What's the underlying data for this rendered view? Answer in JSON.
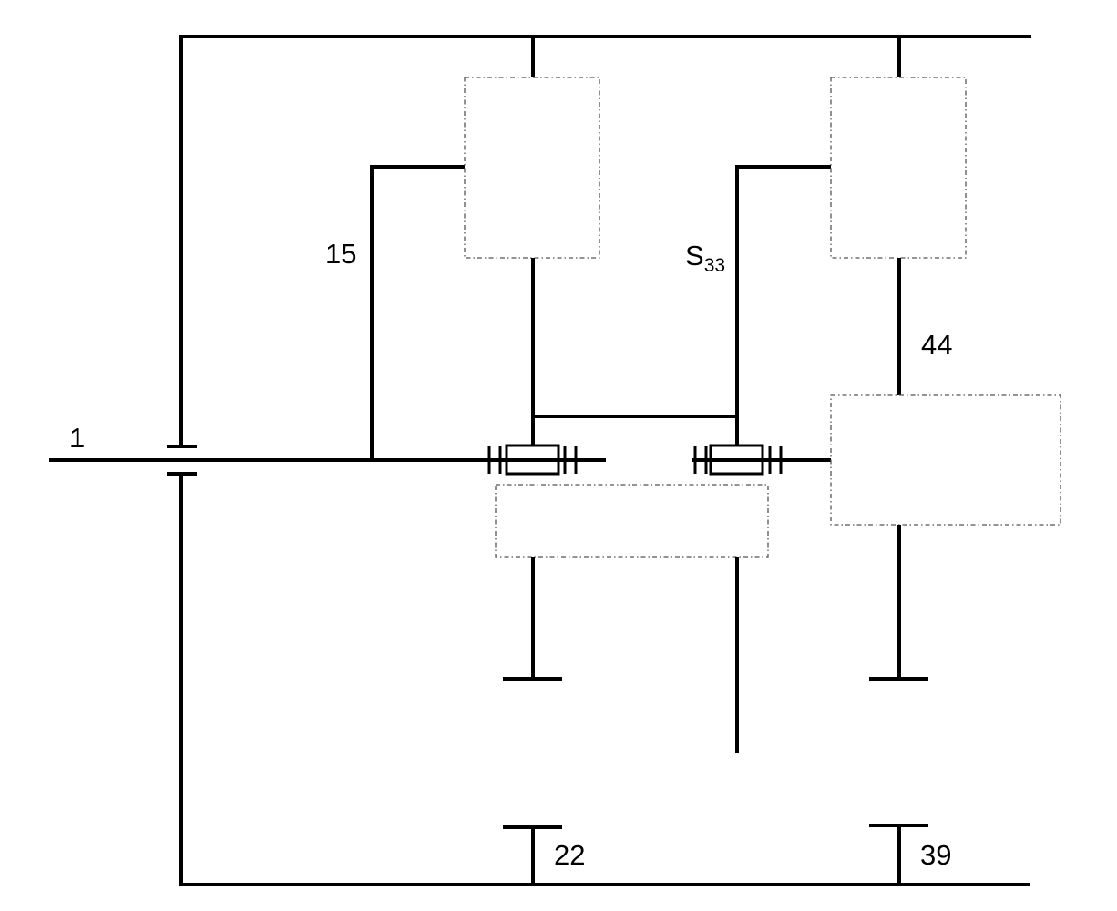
{
  "diagram": {
    "labels": {
      "l1": "1",
      "l15": "15",
      "s_main": "S",
      "s_sub": "33",
      "l44": "44",
      "l22": "22",
      "l39": "39"
    },
    "colors": {
      "line": "#000000",
      "dashed_box": "#555555",
      "background": "#ffffff"
    }
  }
}
